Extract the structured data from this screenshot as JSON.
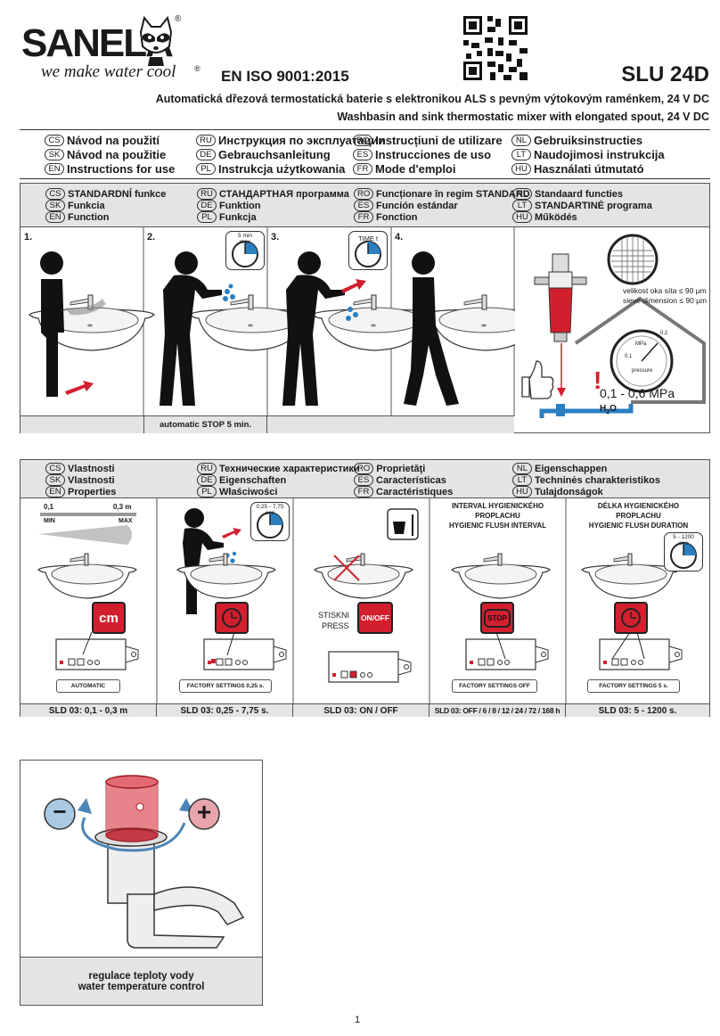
{
  "header": {
    "logo_text": "SANELA",
    "registered": "®",
    "tagline": "we make water cool",
    "iso": "EN ISO 9001:2015",
    "model": "SLU 24D",
    "subtitle_cs": "Automatická dřezová termostatická baterie s elektronikou ALS s pevným výtokovým raménkem, 24 V DC",
    "subtitle_en": "Washbasin and sink thermostatic mixer with elongated spout, 24 V DC"
  },
  "manuals": [
    [
      {
        "code": "CS",
        "text": "Návod na použití"
      },
      {
        "code": "RU",
        "text": "Инструкция по эксплуатации"
      },
      {
        "code": "RO",
        "text": "Instrucțiuni de utilizare"
      },
      {
        "code": "NL",
        "text": "Gebruiksinstructies"
      }
    ],
    [
      {
        "code": "SK",
        "text": "Návod na použitie"
      },
      {
        "code": "DE",
        "text": "Gebrauchsanleitung"
      },
      {
        "code": "ES",
        "text": "Instrucciones de uso"
      },
      {
        "code": "LT",
        "text": "Naudojimosi instrukcija"
      }
    ],
    [
      {
        "code": "EN",
        "text": "Instructions for use"
      },
      {
        "code": "PL",
        "text": "Instrukcja użytkowania"
      },
      {
        "code": "FR",
        "text": "Mode d'emploi"
      },
      {
        "code": "HU",
        "text": "Használati útmutató"
      }
    ]
  ],
  "function_head": [
    [
      {
        "code": "CS",
        "text": "STANDARDNÍ funkce"
      },
      {
        "code": "RU",
        "text": "СТАНДАРТНАЯ программа"
      },
      {
        "code": "RO",
        "text": "Funcționare în regim STANDARD"
      },
      {
        "code": "NL",
        "text": "Standaard functies"
      }
    ],
    [
      {
        "code": "SK",
        "text": "Funkcia"
      },
      {
        "code": "DE",
        "text": "Funktion"
      },
      {
        "code": "ES",
        "text": "Función estándar"
      },
      {
        "code": "LT",
        "text": "STANDARTINĖ programa"
      }
    ],
    [
      {
        "code": "EN",
        "text": "Function"
      },
      {
        "code": "PL",
        "text": "Funkcja"
      },
      {
        "code": "FR",
        "text": "Fonction"
      },
      {
        "code": "HU",
        "text": "Működés"
      }
    ]
  ],
  "steps": {
    "s1": "1.",
    "s2": "2.",
    "s3": "3.",
    "s4": "4.",
    "timer2_l1": "5 min",
    "timer2_l2": "max",
    "timer3": "TIME t",
    "caption": "automatic STOP 5 min."
  },
  "filter": {
    "mesh_cs": "velikost oka síta ≤ 90 µm",
    "mesh_en": "sieve dimension ≤ 90 µm",
    "pressure": "0,1 - 0,6 MPa",
    "gauge_unit": "MPa",
    "gauge_label": "pressure",
    "gauge_t1": "0,1",
    "gauge_t2": "0,1",
    "warning": "!",
    "water": "H",
    "water_sub": "2",
    "water_o": "O"
  },
  "properties_head": [
    [
      {
        "code": "CS",
        "text": "Vlastnosti"
      },
      {
        "code": "RU",
        "text": "Технические характеристики"
      },
      {
        "code": "RO",
        "text": "Proprietăţi"
      },
      {
        "code": "NL",
        "text": "Eigenschappen"
      }
    ],
    [
      {
        "code": "SK",
        "text": "Vlastnosti"
      },
      {
        "code": "DE",
        "text": "Eigenschaften"
      },
      {
        "code": "ES",
        "text": "Características"
      },
      {
        "code": "LT",
        "text": "Techninės charakteristikos"
      }
    ],
    [
      {
        "code": "EN",
        "text": "Properties"
      },
      {
        "code": "PL",
        "text": "Właściwości"
      },
      {
        "code": "FR",
        "text": "Caractéristiques"
      },
      {
        "code": "HU",
        "text": "Tulajdonságok"
      }
    ]
  ],
  "props": {
    "range_min_val": "0,1",
    "range_max_val": "0,3 m",
    "range_min": "MIN",
    "range_max": "MAX",
    "cm": "cm",
    "timer_p2_l1": "0,25 - 7,75",
    "timer_p2_l2": "sec",
    "press_cs": "STISKNI",
    "press_en": "PRESS",
    "onoff": "ON/OFF",
    "interval_cs_1": "INTERVAL HYGIENICKÉHO",
    "interval_cs_2": "PROPLACHU",
    "interval_en": "HYGIENIC FLUSH INTERVAL",
    "stop": "STOP",
    "duration_cs_1": "DÉLKA HYGIENICKÉHO",
    "duration_cs_2": "PROPLACHU",
    "duration_en": "HYGIENIC FLUSH DURATION",
    "timer_p5_l1": "5 - 1200",
    "timer_p5_l2": "sec",
    "pill1": "AUTOMATIC",
    "pill2": "FACTORY SETTINGS 0,25 s.",
    "pill4": "FACTORY SETTINGS OFF",
    "pill5": "FACTORY SETTINGS 5 s.",
    "spec1": "SLD 03: 0,1 - 0,3 m",
    "spec2": "SLD 03: 0,25 - 7,75 s.",
    "spec3": "SLD 03: ON / OFF",
    "spec4": "SLD 03: OFF / 6 / 8 / 12 / 24 / 72 / 168 h",
    "spec5": "SLD 03:   5 - 1200 s."
  },
  "temperature": {
    "minus": "−",
    "plus": "+",
    "caption_cs": "regulace teploty vody",
    "caption_en": "water temperature control"
  },
  "page_number": "1",
  "colors": {
    "accent_red": "#d21f2e",
    "blue": "#2a7fc1",
    "panel_gray": "#e4e4e4"
  }
}
